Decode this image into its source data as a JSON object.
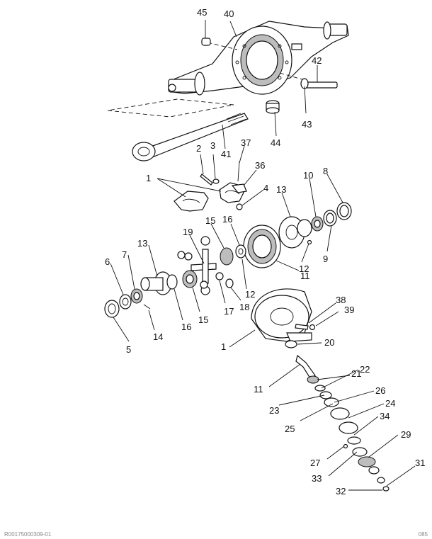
{
  "diagram": {
    "callouts": [
      "45",
      "40",
      "42",
      "43",
      "44",
      "41",
      "2",
      "3",
      "37",
      "36",
      "1",
      "4",
      "13",
      "10",
      "8",
      "9",
      "12",
      "16",
      "15",
      "19",
      "11",
      "13",
      "7",
      "6",
      "14",
      "5",
      "16",
      "15",
      "17",
      "18",
      "12",
      "38",
      "39",
      "1",
      "20",
      "21",
      "11",
      "22",
      "23",
      "26",
      "25",
      "24",
      "34",
      "29",
      "27",
      "33",
      "31",
      "32"
    ],
    "footer": {
      "left": "R00175000309-01",
      "right": "085"
    }
  }
}
